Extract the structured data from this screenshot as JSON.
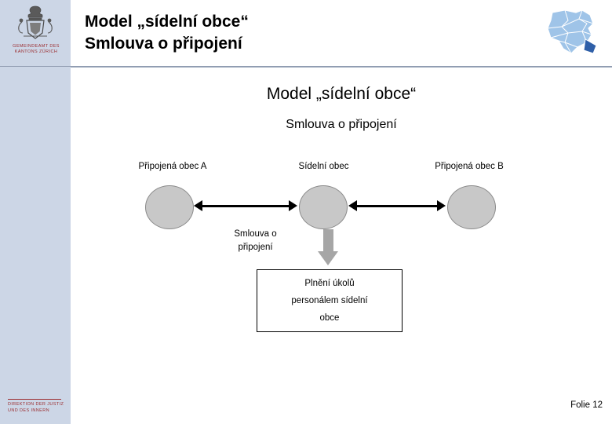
{
  "header": {
    "title_line1": "Model „sídelní obce“",
    "title_line2": "Smlouva o připojení",
    "crest_label": "GEMEINDEAMT DES KANTONS ZÜRICH",
    "crest_icon": "coat-of-arms-icon",
    "map_icon": "canton-map-icon"
  },
  "body": {
    "title": "Model „sídelní obce“",
    "subtitle": "Smlouva o připojení",
    "nodes": [
      {
        "label": "Připojená obec A"
      },
      {
        "label": "Sídelní obec"
      },
      {
        "label": "Připojená obec B"
      }
    ],
    "connector_caption_line1": "Smlouva o",
    "connector_caption_line2": "připojení",
    "task_box": {
      "line1": "Plnění úkolů",
      "line2": "personálem sídelní",
      "line3": "obce"
    }
  },
  "footer": {
    "left_line1": "DIREKTION DER JUSTIZ",
    "left_line2": "UND DES INNERN",
    "slide_number": "Folie 12"
  },
  "colors": {
    "band": "#ccd6e6",
    "accent_red": "#9b2d30",
    "circle_fill": "#c8c8c8",
    "arrow_gray": "#a6a6a6",
    "map_blue": "#9fc4e8"
  }
}
